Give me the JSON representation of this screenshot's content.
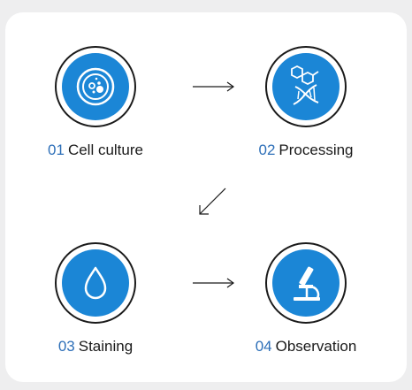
{
  "steps": [
    {
      "number": "01",
      "label": "Cell culture",
      "icon": "petri-dish-icon"
    },
    {
      "number": "02",
      "label": "Processing",
      "icon": "dna-molecule-icon"
    },
    {
      "number": "03",
      "label": "Staining",
      "icon": "drop-icon"
    },
    {
      "number": "04",
      "label": "Observation",
      "icon": "microscope-icon"
    }
  ],
  "colors": {
    "accent": "#1b86d6",
    "number": "#2d6fb8",
    "outline": "#1a1a1a",
    "background": "#eeeeef",
    "card": "#ffffff"
  }
}
